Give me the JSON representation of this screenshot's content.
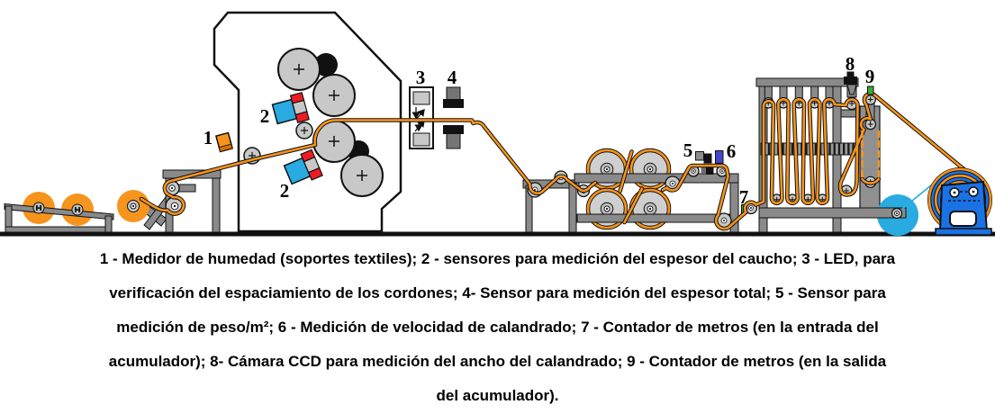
{
  "diagram": {
    "callouts": {
      "n1": "1",
      "n2": "2",
      "n3": "3",
      "n4": "4",
      "n5": "5",
      "n6": "6",
      "n7": "7",
      "n8": "8",
      "n9": "9"
    },
    "colors": {
      "web_orange": "#F7941D",
      "machine_gray": "#8A8A8A",
      "roller_gray": "#C8C8C8",
      "sensor_blue": "#29ABE2",
      "sensor_red": "#ED1C24",
      "speed_sensor_blue": "#3F48CC",
      "counter_green": "#3AAA35",
      "winder_blue": "#1B72E4",
      "liner_cyan": "#29ABE2"
    }
  },
  "caption": {
    "lines": [
      "1 - Medidor de humedad (soportes textiles); 2 - sensores para medición del espesor del caucho; 3 - LED, para",
      "verificación del espaciamiento de los cordones; 4- Sensor para medición del espesor total; 5 - Sensor para",
      "medición de peso/m²; 6 - Medición de velocidad de calandrado; 7 - Contador de metros (en la entrada del",
      "acumulador); 8- Cámara CCD para medición del ancho del calandrado; 9 - Contador de metros (en la salida",
      "del acumulador)."
    ]
  }
}
